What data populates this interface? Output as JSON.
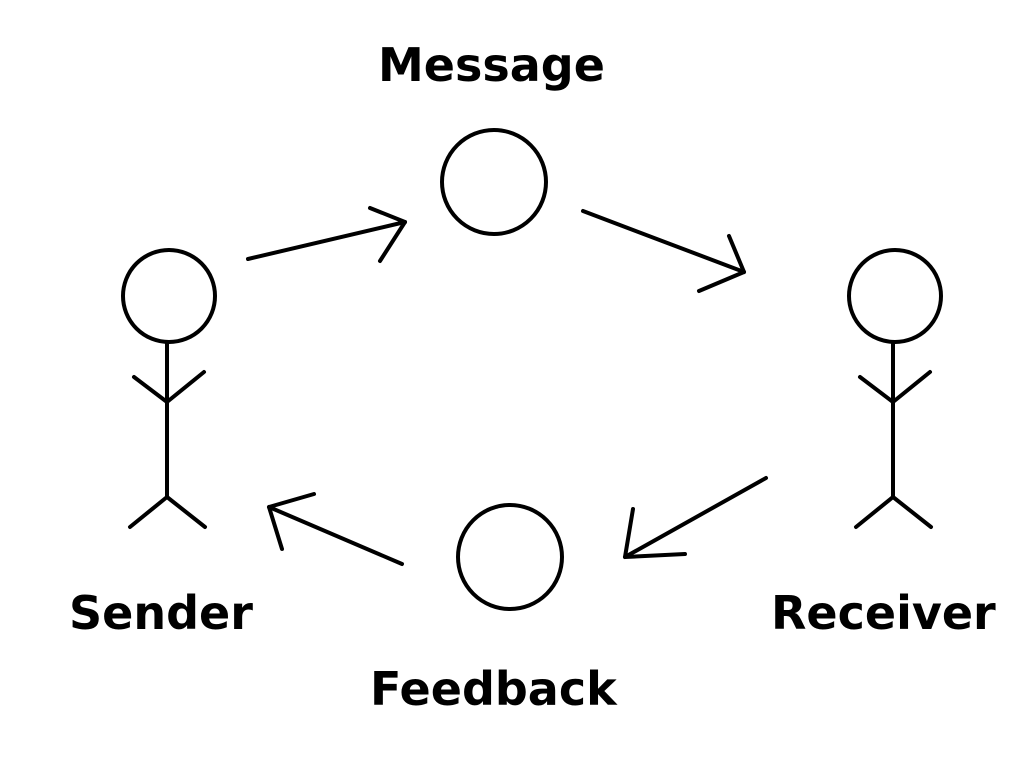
{
  "diagram": {
    "type": "communication-cycle",
    "labels": {
      "message": "Message",
      "sender": "Sender",
      "receiver": "Receiver",
      "feedback": "Feedback"
    },
    "flow": [
      {
        "from": "sender",
        "to": "message"
      },
      {
        "from": "message",
        "to": "receiver"
      },
      {
        "from": "receiver",
        "to": "feedback"
      },
      {
        "from": "feedback",
        "to": "sender"
      }
    ],
    "colors": {
      "stroke": "#000000",
      "background": "#ffffff"
    }
  }
}
